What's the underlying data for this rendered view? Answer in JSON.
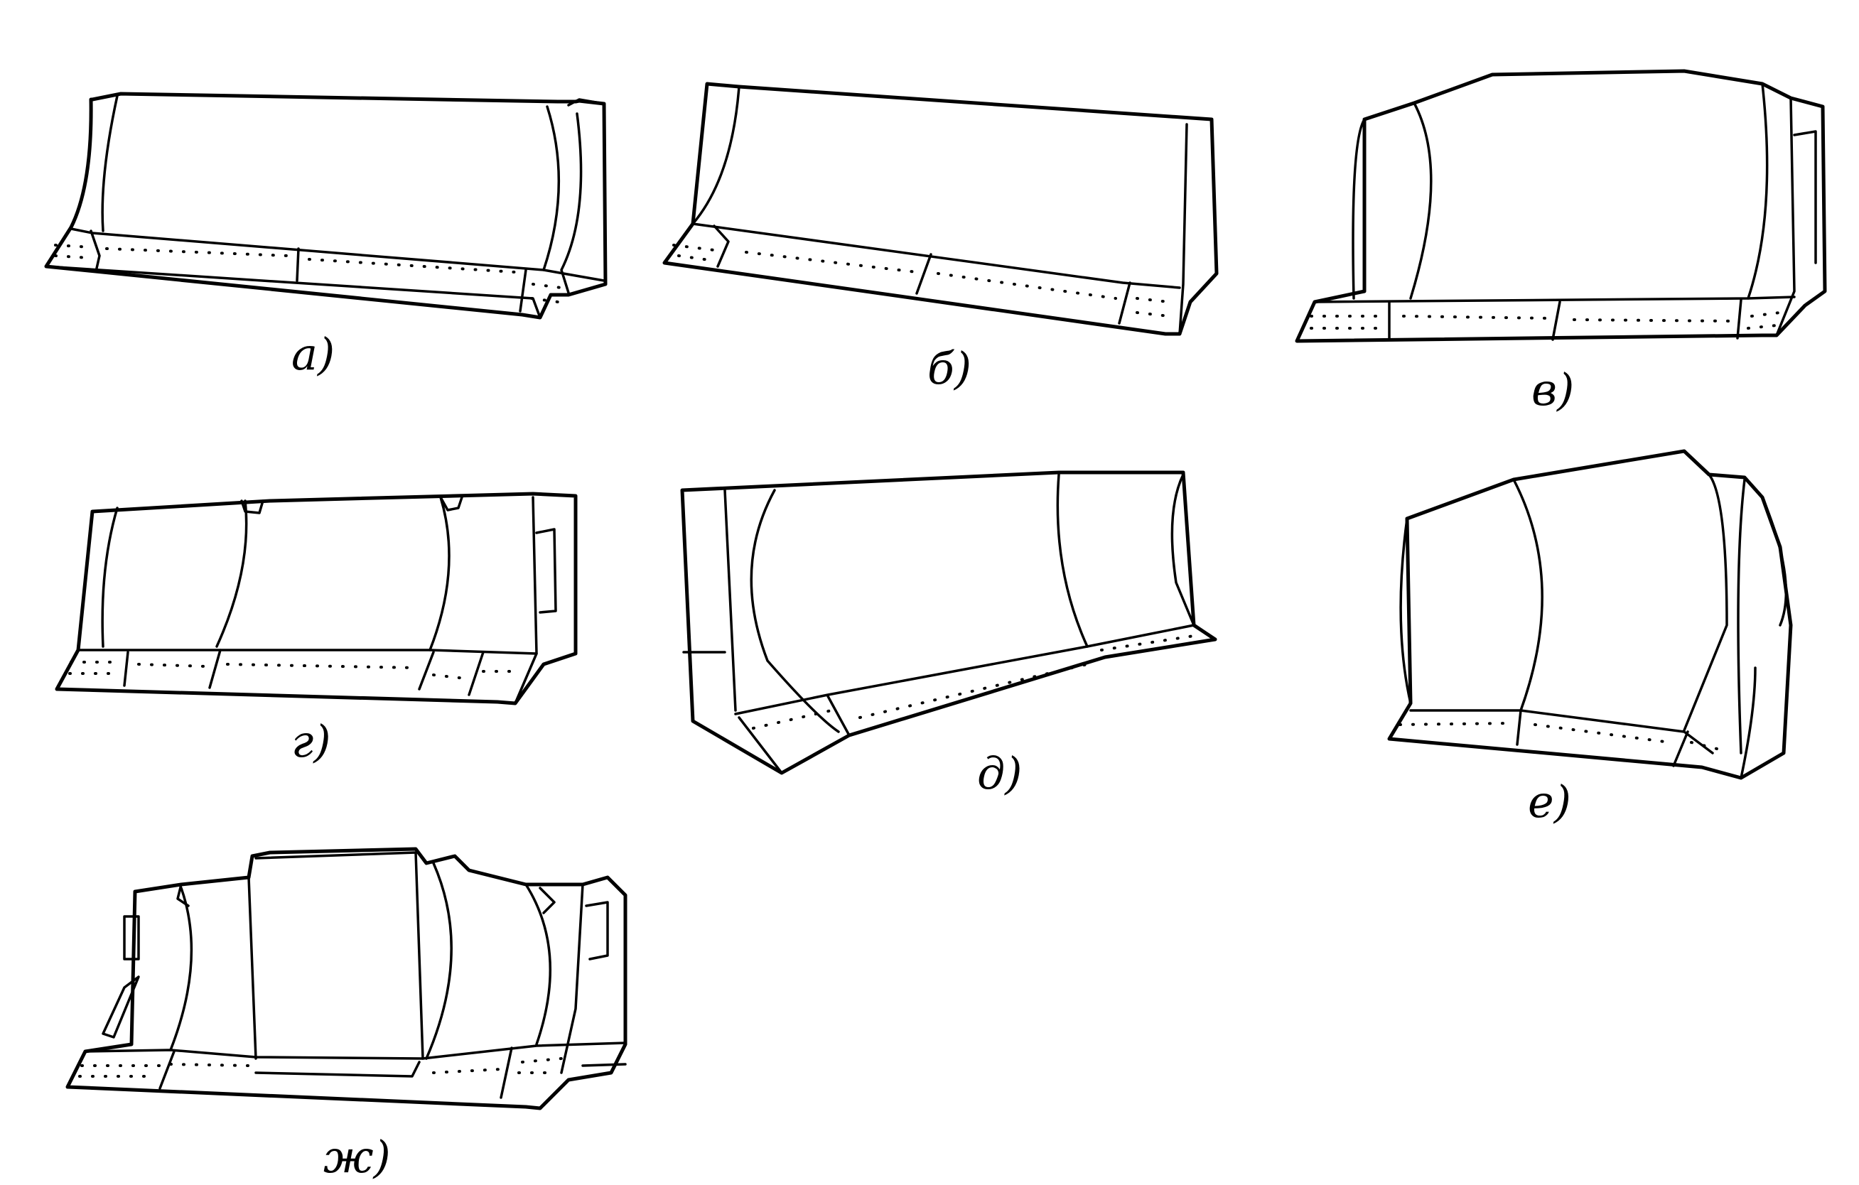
{
  "captions": {
    "a": "а)",
    "b": "б)",
    "v": "в)",
    "g": "г)",
    "d": "д)",
    "e": "е)",
    "zh": "ж)"
  },
  "colors": {
    "line": "#000000",
    "background": "#ffffff"
  }
}
